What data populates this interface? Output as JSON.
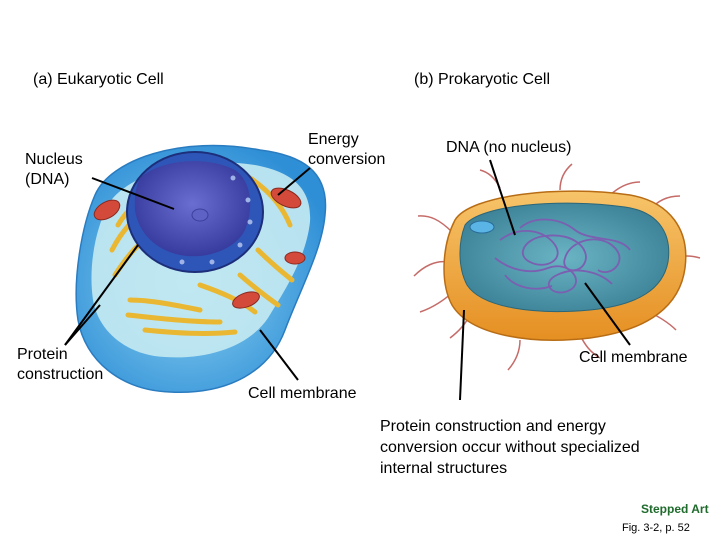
{
  "figure": {
    "panel_a_title": "(a) Eukaryotic Cell",
    "panel_b_title": "(b) Prokaryotic Cell",
    "labels": {
      "nucleus_line1": "Nucleus",
      "nucleus_line2": "(DNA)",
      "energy_line1": "Energy",
      "energy_line2": "conversion",
      "protein_line1": "Protein",
      "protein_line2": "construction",
      "cell_membrane_a": "Cell membrane",
      "dna_no_nucleus": "DNA (no nucleus)",
      "cell_membrane_b": "Cell membrane"
    },
    "note_lines": [
      "Protein construction and energy",
      "conversion occur without specialized",
      "internal structures"
    ],
    "stepped_art": "Stepped Art",
    "fig_ref": "Fig. 3-2, p. 52"
  },
  "colors": {
    "eukaryote_outer": "#6cc1ea",
    "eukaryote_inner": "#bfe6ee",
    "nucleus": "#4b4fb5",
    "er": "#f0c04a",
    "mitochondria": "#d24b3c",
    "prokaryote_wall": "#f2a640",
    "prokaryote_cytoplasm": "#4e9db0",
    "dna": "#7b68a8",
    "stepped_art": "#1e6b2c"
  }
}
